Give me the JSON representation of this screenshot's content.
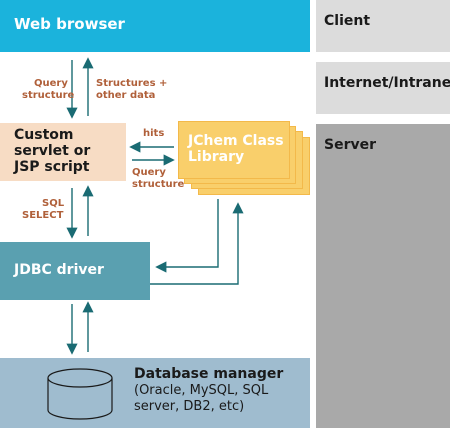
{
  "zones": {
    "client": "Client",
    "internet": "Internet/Intranet",
    "server": "Server"
  },
  "nodes": {
    "web_browser": "Web browser",
    "servlet": [
      "Custom",
      "servlet or",
      "JSP script"
    ],
    "jchem": [
      "JChem Class",
      "Library"
    ],
    "jdbc": "JDBC driver",
    "db_title": "Database manager",
    "db_sub": [
      "(Oracle, MySQL, SQL",
      "server, DB2, etc)"
    ]
  },
  "edges": {
    "query_structure_1": [
      "Query",
      "structure"
    ],
    "structures_other": [
      "Structures +",
      "other data"
    ],
    "hits": "hits",
    "query_structure_2": [
      "Query",
      "structure"
    ],
    "sql_select": [
      "SQL",
      "SELECT"
    ]
  },
  "colors": {
    "browser": "#1bb3dc",
    "zone_light": "#dcdcdc",
    "zone_server": "#a9a9a9",
    "servlet": "#f7dcc4",
    "jchem": "#f9cf6b",
    "jdbc": "#5aa0b0",
    "db": "#9fbccf",
    "arrow": "#1a6b73",
    "edge_text": "#b0603a"
  }
}
